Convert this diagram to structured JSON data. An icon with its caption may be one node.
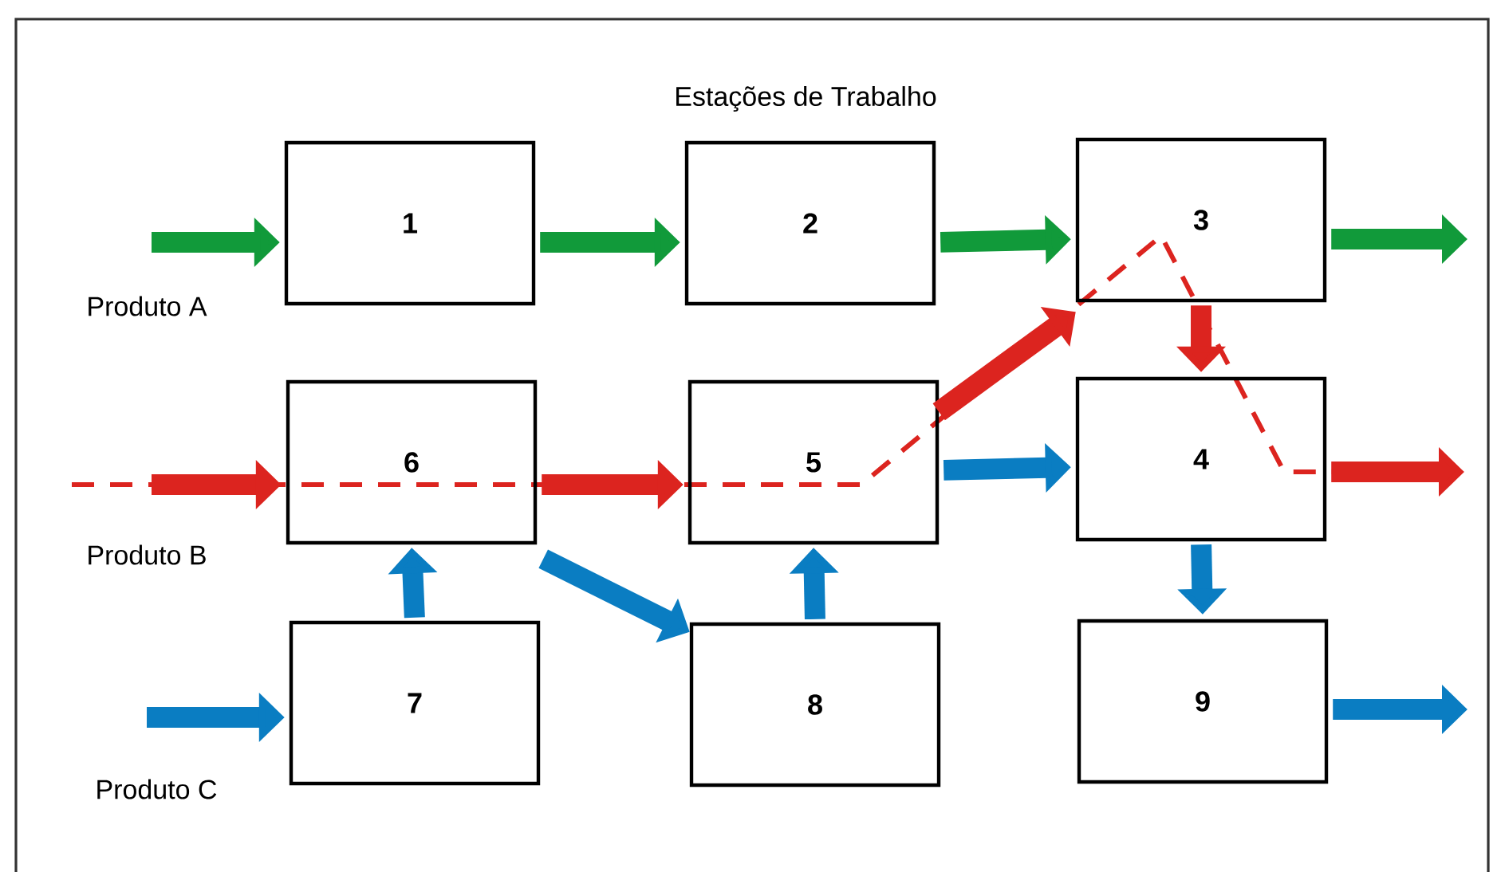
{
  "diagram": {
    "title": "Estações de Trabalho",
    "nodes": [
      {
        "text": [
          "1"
        ]
      },
      {
        "text": [
          "2"
        ]
      },
      {
        "text": [
          "3"
        ]
      },
      {
        "text": [
          "6"
        ]
      },
      {
        "text": [
          "5"
        ]
      },
      {
        "text": [
          "4"
        ]
      },
      {
        "text": [
          "7"
        ]
      },
      {
        "text": [
          "8"
        ]
      },
      {
        "text": [
          "9"
        ]
      }
    ],
    "edges": [
      {
        "from": null,
        "to": 0,
        "arrow": "to",
        "color": "#119a3a"
      },
      {
        "from": 0,
        "to": 1,
        "arrow": "to",
        "color": "#119a3a"
      },
      {
        "from": 1,
        "to": 2,
        "arrow": "to",
        "color": "#119a3a"
      },
      {
        "from": 2,
        "to": null,
        "arrow": "to",
        "color": "#119a3a"
      },
      {
        "from": null,
        "to": 3,
        "arrow": "to",
        "color": "#dc241f"
      },
      {
        "from": 3,
        "to": 4,
        "arrow": "to",
        "color": "#dc241f"
      },
      {
        "from": 4,
        "to": 2,
        "arrow": "to",
        "color": "#dc241f"
      },
      {
        "from": 2,
        "to": 5,
        "arrow": "to",
        "color": "#dc241f"
      },
      {
        "from": 5,
        "to": null,
        "arrow": "to",
        "color": "#dc241f"
      },
      {
        "from": null,
        "to": 6,
        "arrow": "to"
      },
      {
        "from": 6,
        "to": 3,
        "arrow": "to"
      },
      {
        "from": 3,
        "to": 7,
        "arrow": "to"
      },
      {
        "from": 7,
        "to": 4,
        "arrow": "to"
      },
      {
        "from": 4,
        "to": 5,
        "arrow": "to"
      },
      {
        "from": 5,
        "to": 8,
        "arrow": "to"
      },
      {
        "from": 8,
        "to": null,
        "arrow": "to"
      }
    ],
    "labels": [
      "Produto A",
      "Produto B",
      "Produto C"
    ]
  }
}
